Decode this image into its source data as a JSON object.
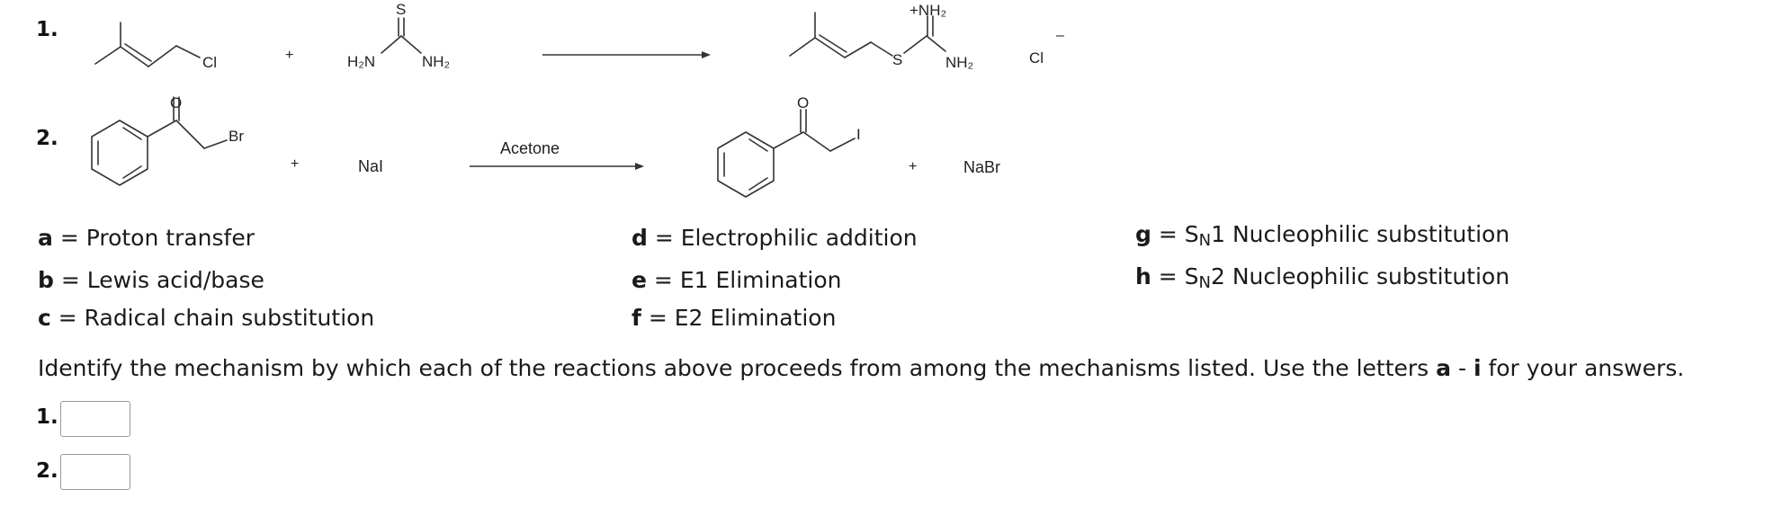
{
  "reactions": {
    "r1": {
      "number": "1.",
      "reactant_label": "Cl",
      "plus": "+",
      "reagent_left": "H₂N",
      "reagent_right": "NH₂",
      "reagent_top": "S",
      "product_top": "+NH₂",
      "product_s": "S",
      "product_nh2": "NH₂",
      "counterion": "Cl",
      "counterion_charge": "–"
    },
    "r2": {
      "number": "2.",
      "reactant_o": "O",
      "reactant_br": "Br",
      "plus": "+",
      "reagent": "NaI",
      "condition": "Acetone",
      "product_o": "O",
      "product_i": "I",
      "plus2": "+",
      "byproduct": "NaBr"
    }
  },
  "mechanisms": {
    "a": {
      "letter": "a",
      "eq": " = ",
      "text": "Proton transfer"
    },
    "b": {
      "letter": "b",
      "eq": " = ",
      "text": "Lewis acid/base"
    },
    "c": {
      "letter": "c",
      "eq": " = ",
      "text": "Radical chain substitution"
    },
    "d": {
      "letter": "d",
      "eq": " = ",
      "text": "Electrophilic addition"
    },
    "e": {
      "letter": "e",
      "eq": " = ",
      "text": "E1 Elimination"
    },
    "f": {
      "letter": "f",
      "eq": " = ",
      "text": "E2 Elimination"
    },
    "g": {
      "letter": "g",
      "eq": " = ",
      "s": "S",
      "sub": "N",
      "rest": "1 Nucleophilic substitution"
    },
    "h": {
      "letter": "h",
      "eq": " = ",
      "s": "S",
      "sub": "N",
      "rest": "2 Nucleophilic substitution"
    }
  },
  "instructions": {
    "before": "Identify the mechanism by which each of the reactions above proceeds from among the mechanisms listed. Use the letters ",
    "range_start": "a",
    "dash": " - ",
    "range_end": "i",
    "after": " for your answers."
  },
  "answers": [
    {
      "label": "1.",
      "value": ""
    },
    {
      "label": "2.",
      "value": ""
    }
  ]
}
